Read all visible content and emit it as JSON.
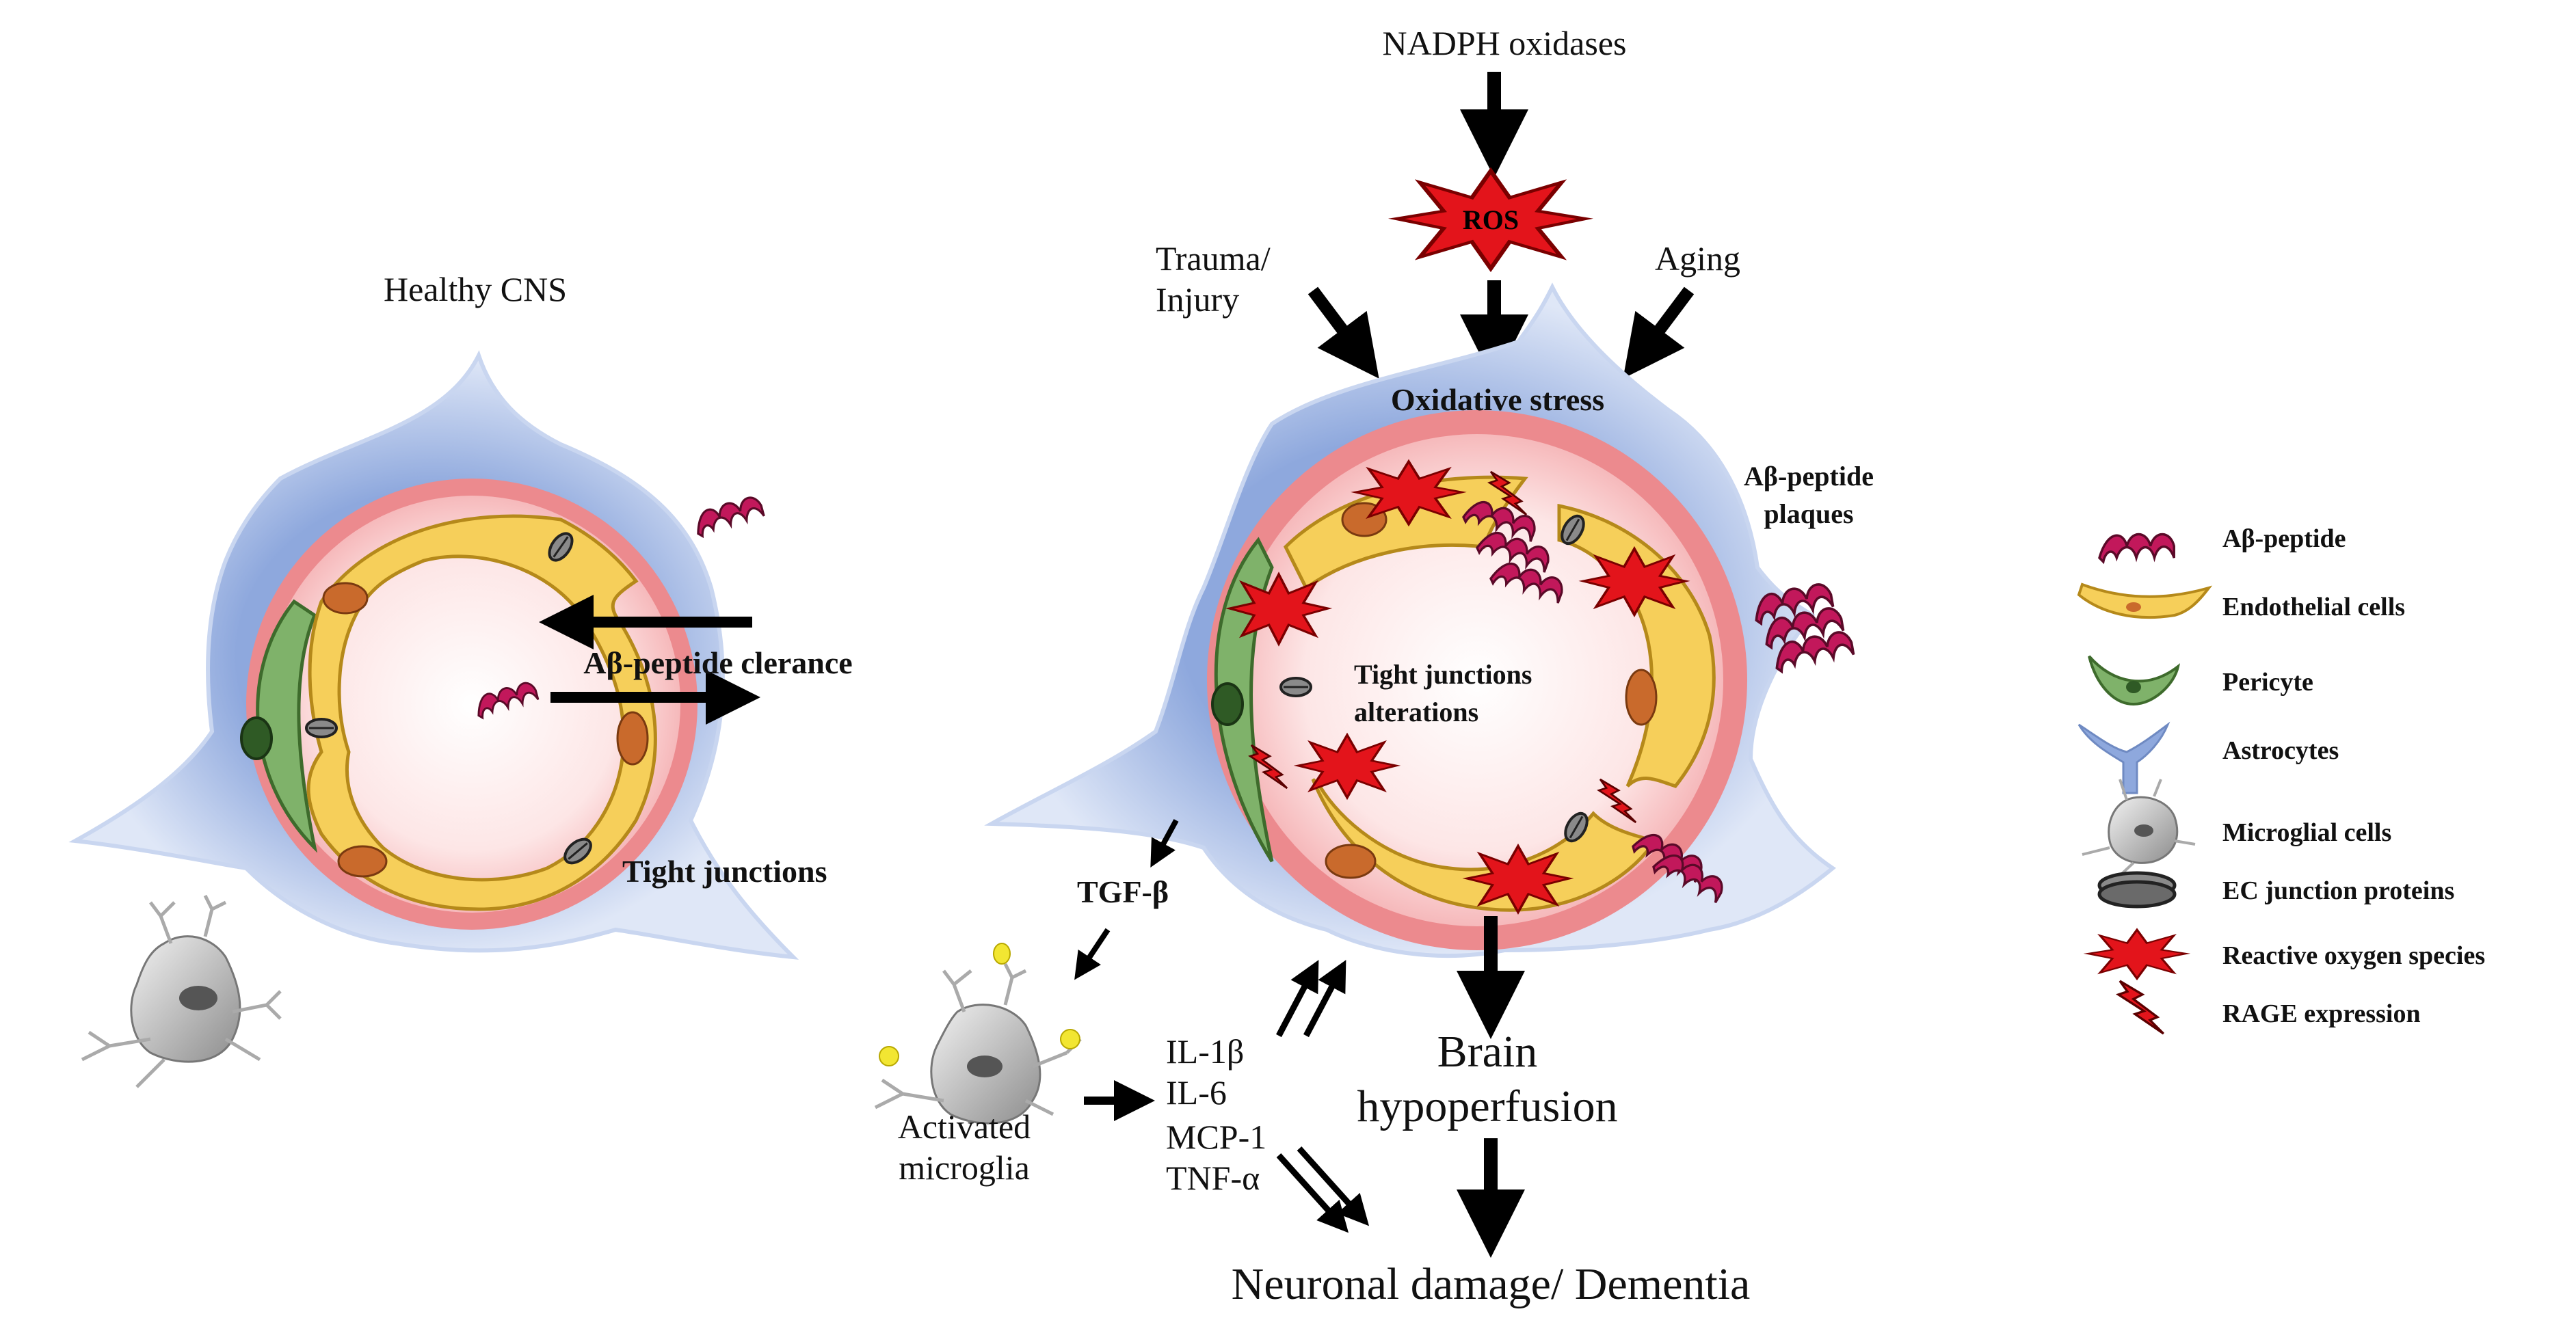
{
  "healthy": {
    "title": "Healthy CNS",
    "clearance_label": "Aβ-peptide clerance",
    "tight_junctions_label": "Tight junctions"
  },
  "disease": {
    "nadph_label": "NADPH oxidases",
    "ros_label": "ROS",
    "trauma_line1": "Trauma/",
    "trauma_line2": "Injury",
    "aging_label": "Aging",
    "oxidative_stress_label": "Oxidative stress",
    "plaques_line1": "Aβ-peptide",
    "plaques_line2": "plaques",
    "tj_alt_line1": "Tight junctions",
    "tj_alt_line2": "alterations",
    "tgf_label": "TGF-β",
    "microglia_line1": "Activated",
    "microglia_line2": "microglia",
    "cytokines": [
      "IL-1β",
      "IL-6",
      "MCP-1",
      "TNF-α"
    ],
    "hypoperfusion_line1": "Brain",
    "hypoperfusion_line2": "hypoperfusion",
    "outcome_label": "Neuronal damage/ Dementia"
  },
  "legend": {
    "items": [
      {
        "key": "abeta",
        "label": "Aβ-peptide"
      },
      {
        "key": "endothelial",
        "label": "Endothelial cells"
      },
      {
        "key": "pericyte",
        "label": "Pericyte"
      },
      {
        "key": "astrocyte",
        "label": "Astrocytes"
      },
      {
        "key": "microglia",
        "label": "Microglial cells"
      },
      {
        "key": "junction",
        "label": "EC junction proteins"
      },
      {
        "key": "ros",
        "label": "Reactive oxygen species"
      },
      {
        "key": "rage",
        "label": "RAGE expression"
      }
    ]
  },
  "colors": {
    "astrocyte": "#a9bde4",
    "vessel_outer": "#ec8a8e",
    "lumen": "#fff0f0",
    "endothelial": "#f6cf5a",
    "nucleus": "#c96a2c",
    "pericyte": "#7fb26a",
    "abeta": "#c2185b",
    "ros": "#e3141b",
    "microglia": "#b8b8b8"
  }
}
